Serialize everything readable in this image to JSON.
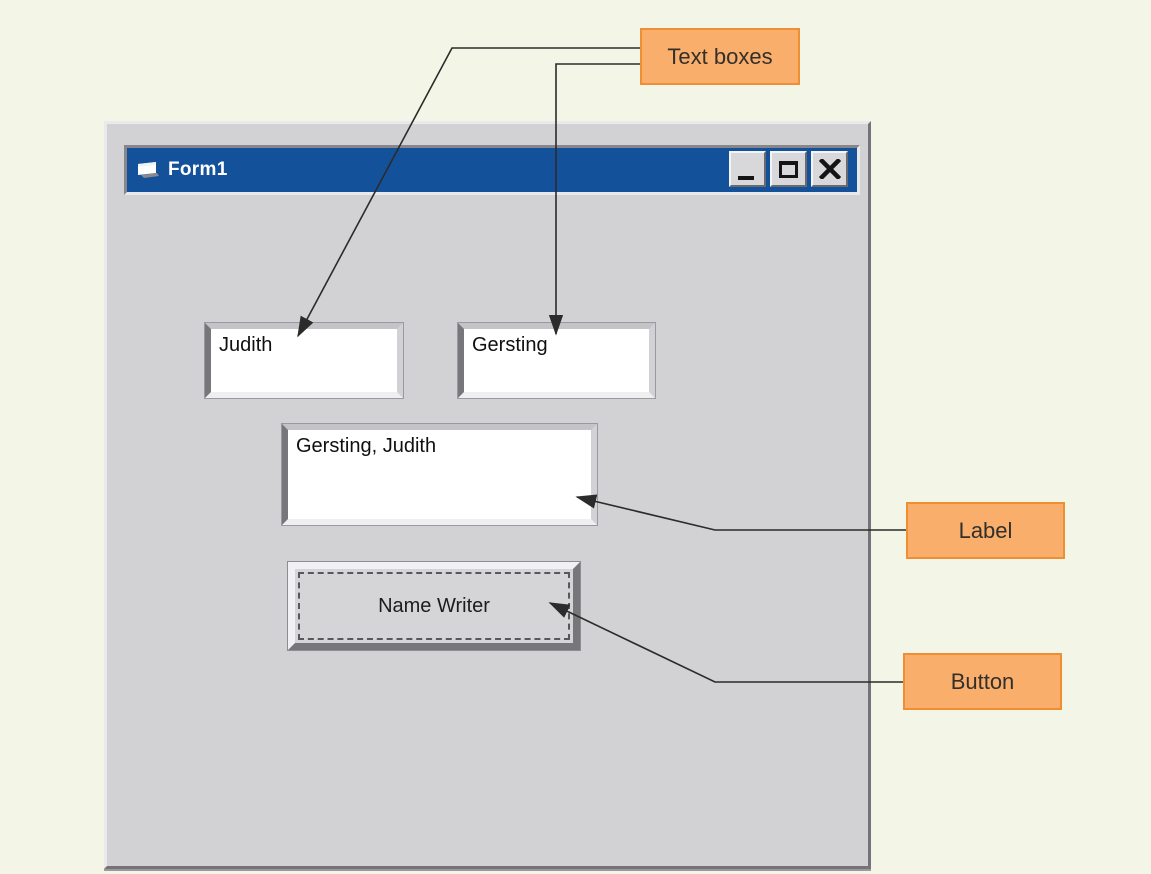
{
  "window": {
    "title": "Form1",
    "titlebar_buttons": {
      "minimize": "minimize",
      "maximize": "maximize",
      "close": "close"
    }
  },
  "form": {
    "first_name_textbox": {
      "value": "Judith"
    },
    "last_name_textbox": {
      "value": "Gersting"
    },
    "name_label": {
      "text": "Gersting, Judith"
    },
    "name_writer_button": {
      "label": "Name Writer"
    }
  },
  "callouts": {
    "textboxes": {
      "label": "Text boxes"
    },
    "label": {
      "label": "Label"
    },
    "button": {
      "label": "Button"
    }
  },
  "icons": {
    "titlebar_form_icon": "form-sheet-icon",
    "minimize_icon": "minimize-bar",
    "maximize_icon": "maximize-square",
    "close_icon": "close-x"
  },
  "colors": {
    "page_background": "#F3F6E6",
    "window_background": "#D2D2D5",
    "titlebar_blue": "#14519B",
    "callout_fill": "#F9AE6C",
    "callout_border": "#EE8F33",
    "arrow_stroke": "#2B2B2B"
  }
}
